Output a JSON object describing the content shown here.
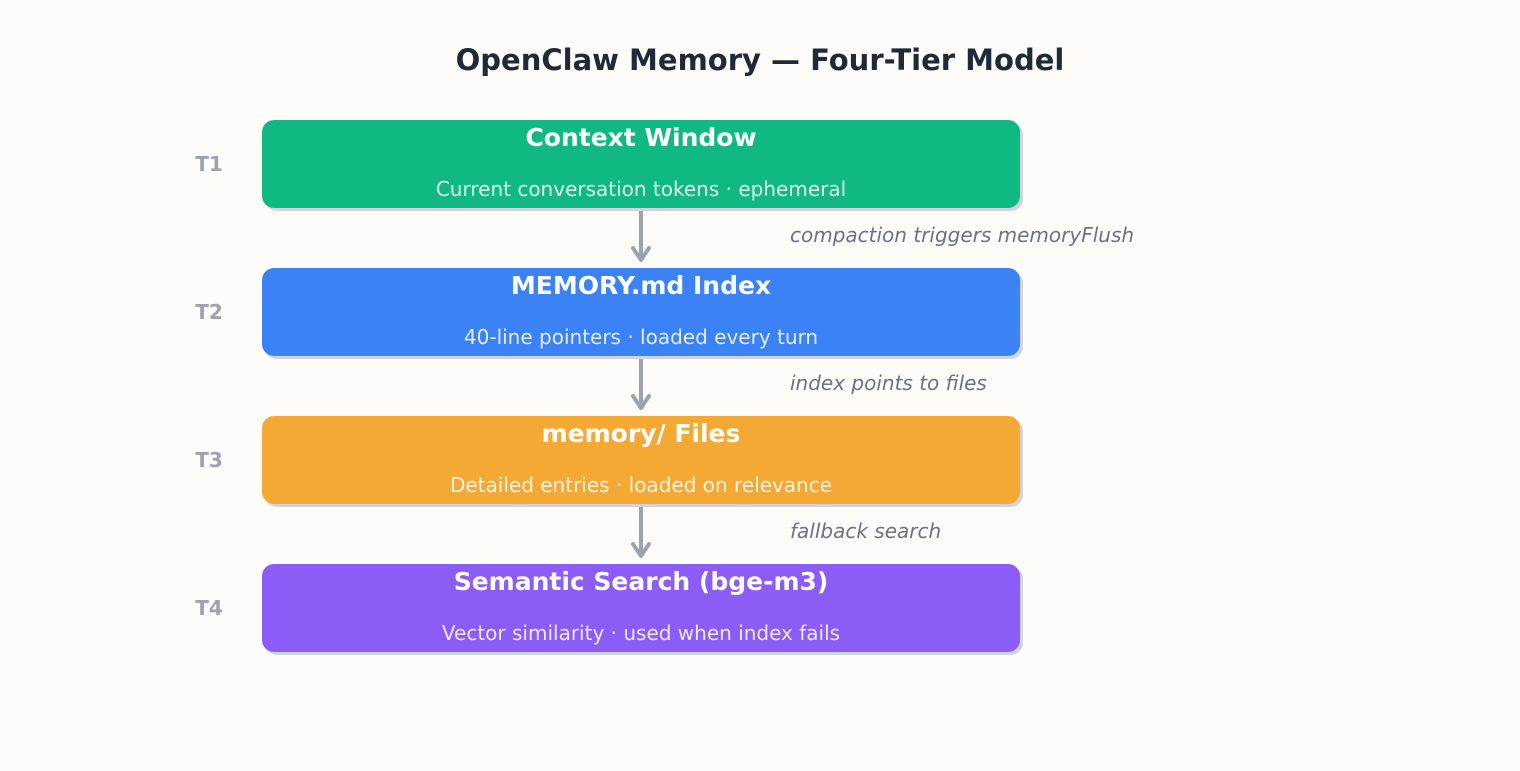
{
  "title": "OpenClaw Memory — Four-Tier Model",
  "colors": {
    "background": "#fdfcf9",
    "title": "#1f2937",
    "tier_label": "#9ca3af",
    "arrow": "#9ca3af",
    "edge_label": "#6b7280",
    "shadow": "#d1d5db"
  },
  "tiers": [
    {
      "label": "T1",
      "title": "Context Window",
      "subtitle": "Current conversation tokens · ephemeral",
      "color": "#10b981"
    },
    {
      "label": "T2",
      "title": "MEMORY.md Index",
      "subtitle": "40-line pointers · loaded every turn",
      "color": "#3b82f6"
    },
    {
      "label": "T3",
      "title": "memory/ Files",
      "subtitle": "Detailed entries · loaded on relevance",
      "color": "#f5a935"
    },
    {
      "label": "T4",
      "title": "Semantic Search (bge-m3)",
      "subtitle": "Vector similarity · used when index fails",
      "color": "#8b5cf6"
    }
  ],
  "edges": [
    {
      "from": "T1",
      "to": "T2",
      "label": "compaction triggers memoryFlush"
    },
    {
      "from": "T2",
      "to": "T3",
      "label": "index points to files"
    },
    {
      "from": "T3",
      "to": "T4",
      "label": "fallback search"
    }
  ]
}
